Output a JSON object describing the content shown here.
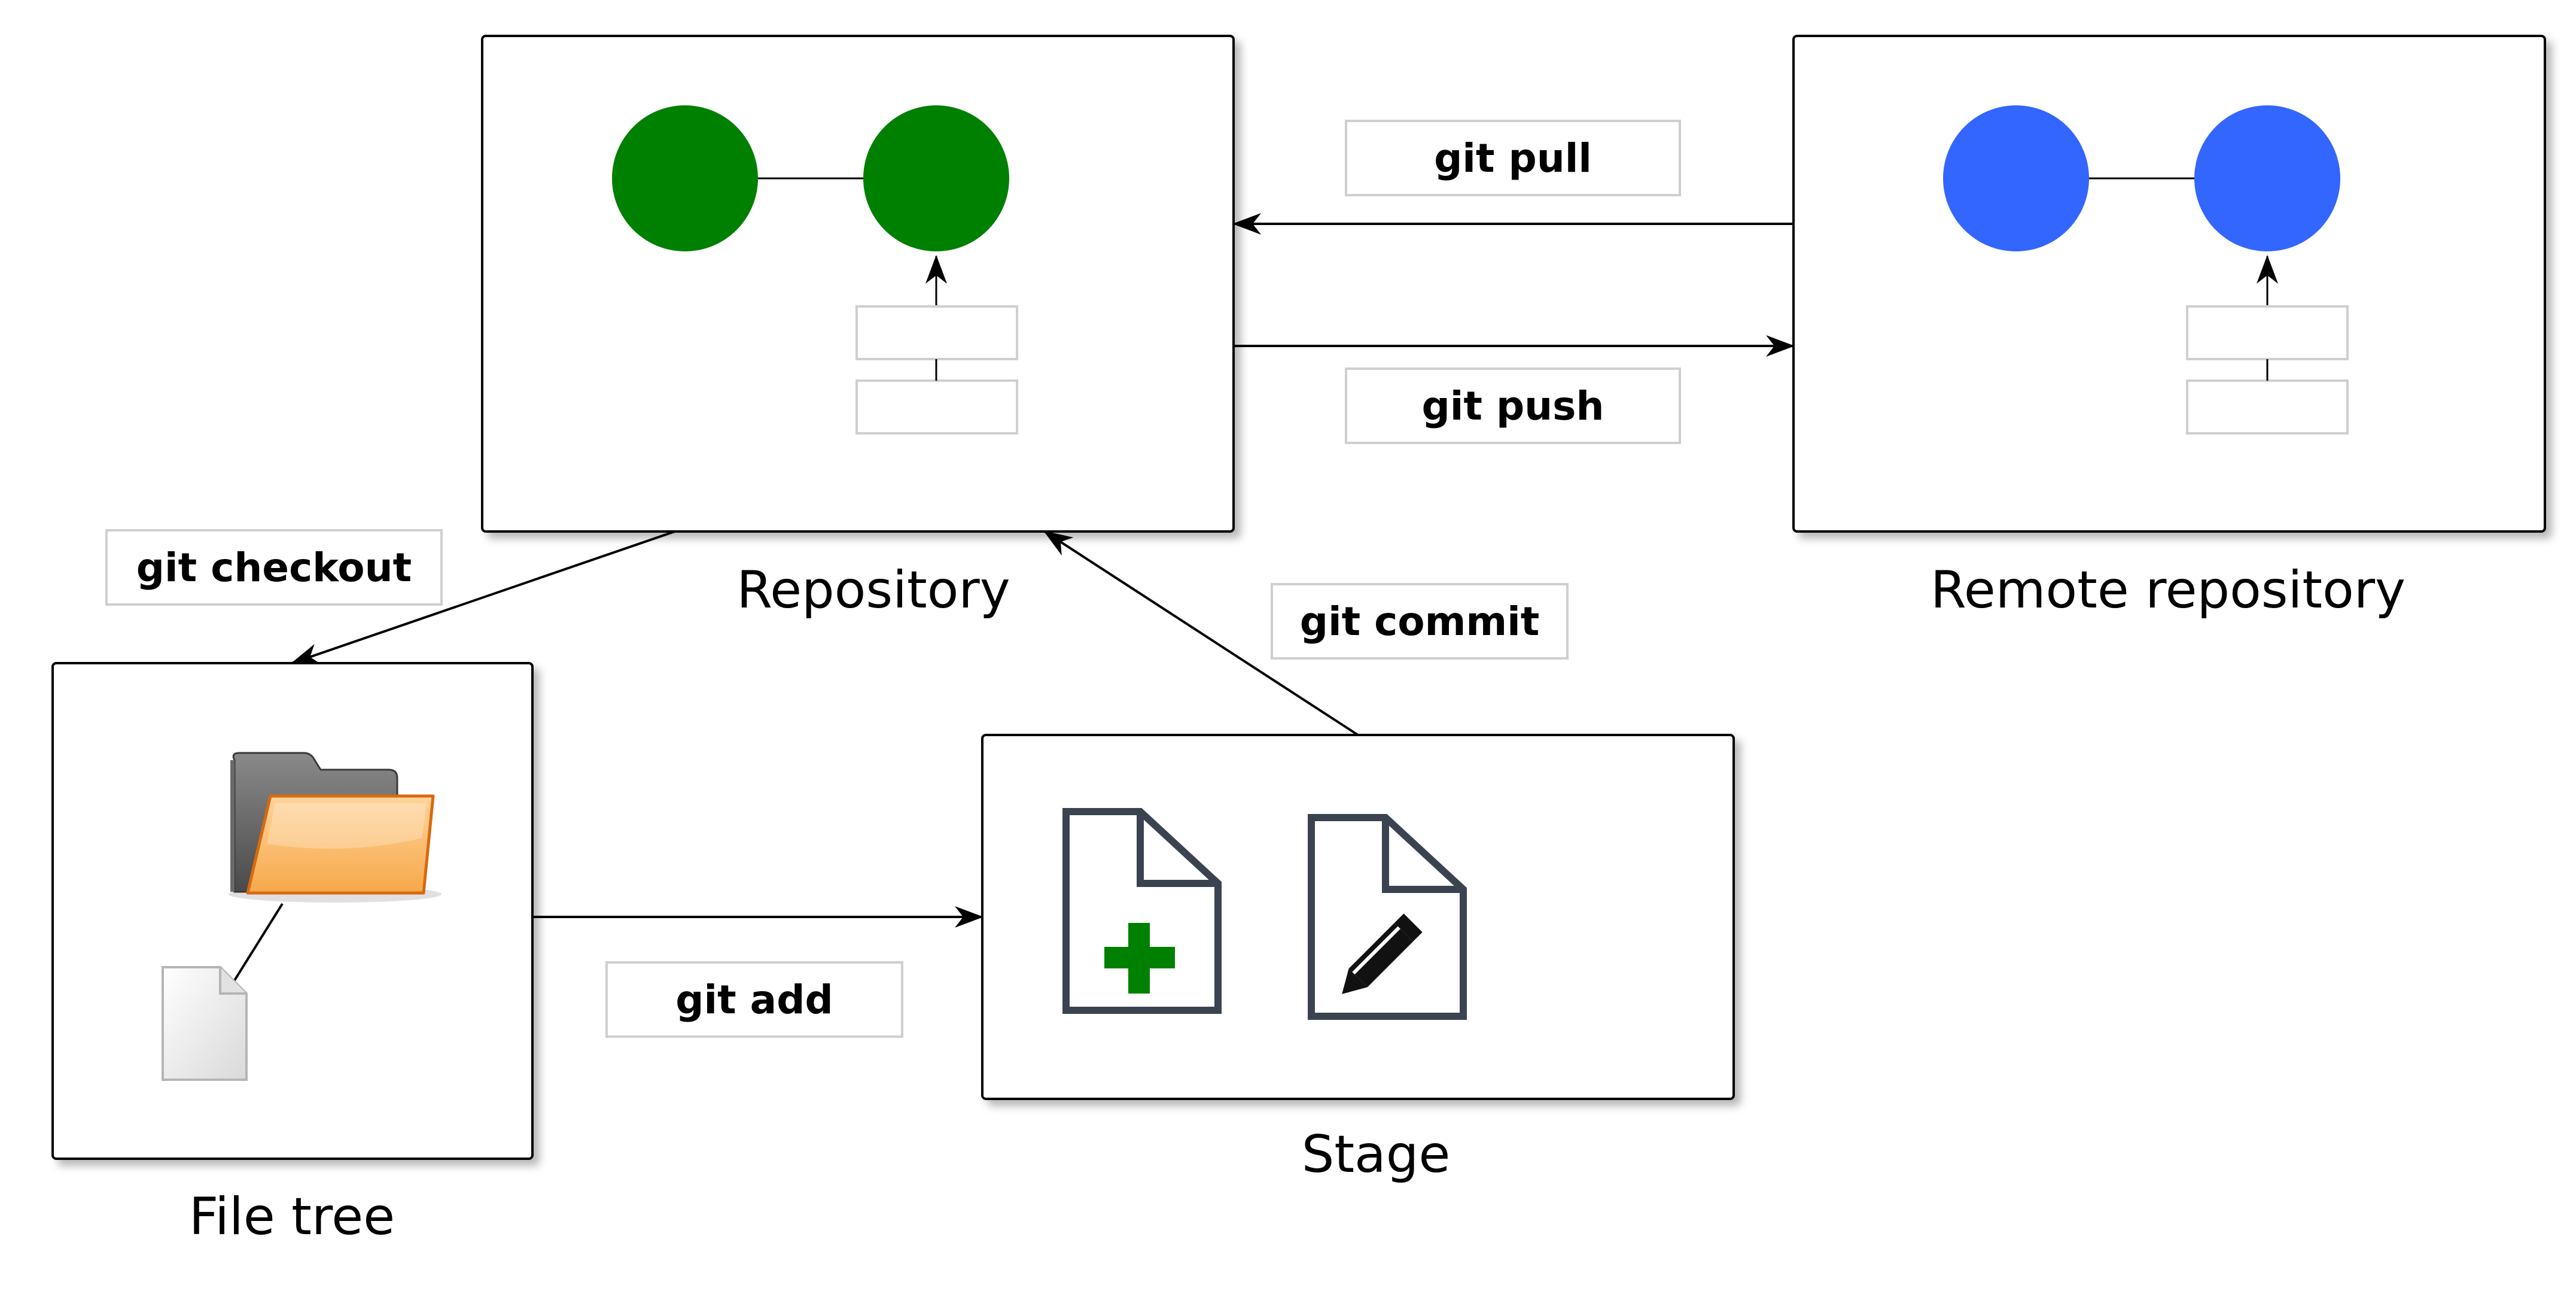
{
  "nodes": {
    "repository": {
      "caption": "Repository",
      "commit_color": "#008000"
    },
    "remote": {
      "caption": "Remote repository",
      "commit_color": "#3366ff"
    },
    "file_tree": {
      "caption": "File tree",
      "icons": [
        "folder-icon",
        "file-icon"
      ]
    },
    "stage": {
      "caption": "Stage",
      "icons": [
        "file-add-icon",
        "file-edit-icon"
      ],
      "add_color": "#008000"
    }
  },
  "commands": {
    "pull": "git pull",
    "push": "git push",
    "checkout": "git checkout",
    "commit": "git commit",
    "add": "git add"
  }
}
